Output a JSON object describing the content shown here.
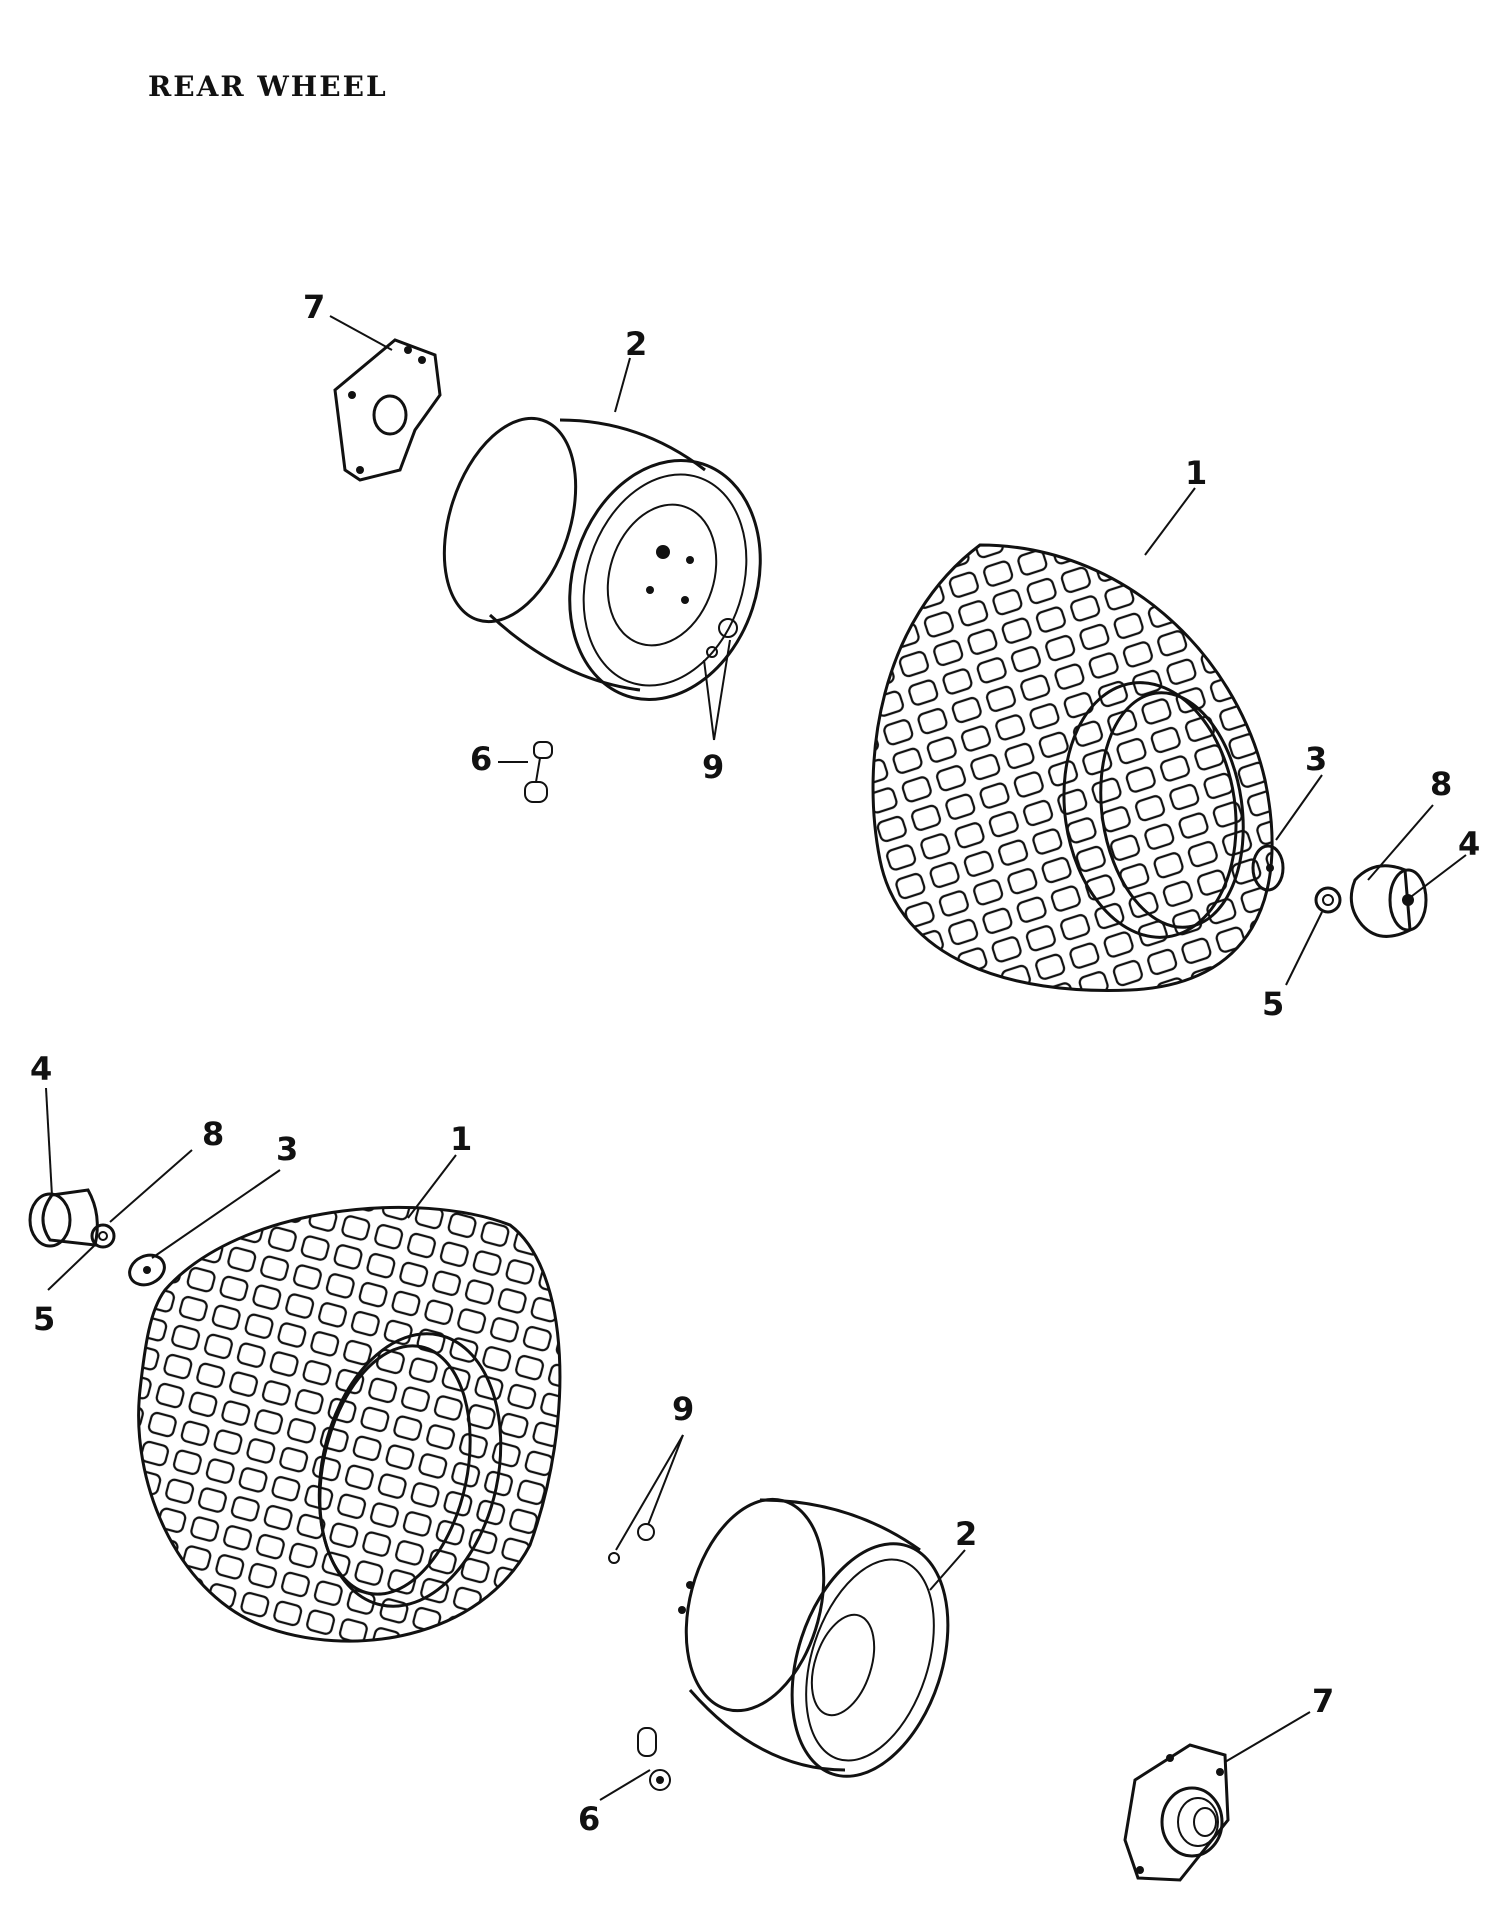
{
  "title": "REAR WHEEL",
  "callouts": {
    "upper": {
      "tire": "1",
      "rim": "2",
      "washer": "3",
      "cap": "4",
      "nut": "5",
      "valve": "6",
      "hub": "7",
      "pin": "8",
      "bolts": "9"
    },
    "lower": {
      "tire": "1",
      "rim": "2",
      "washer": "3",
      "cap": "4",
      "nut": "5",
      "valve": "6",
      "hub": "7",
      "pin": "8",
      "bolts": "9"
    }
  }
}
